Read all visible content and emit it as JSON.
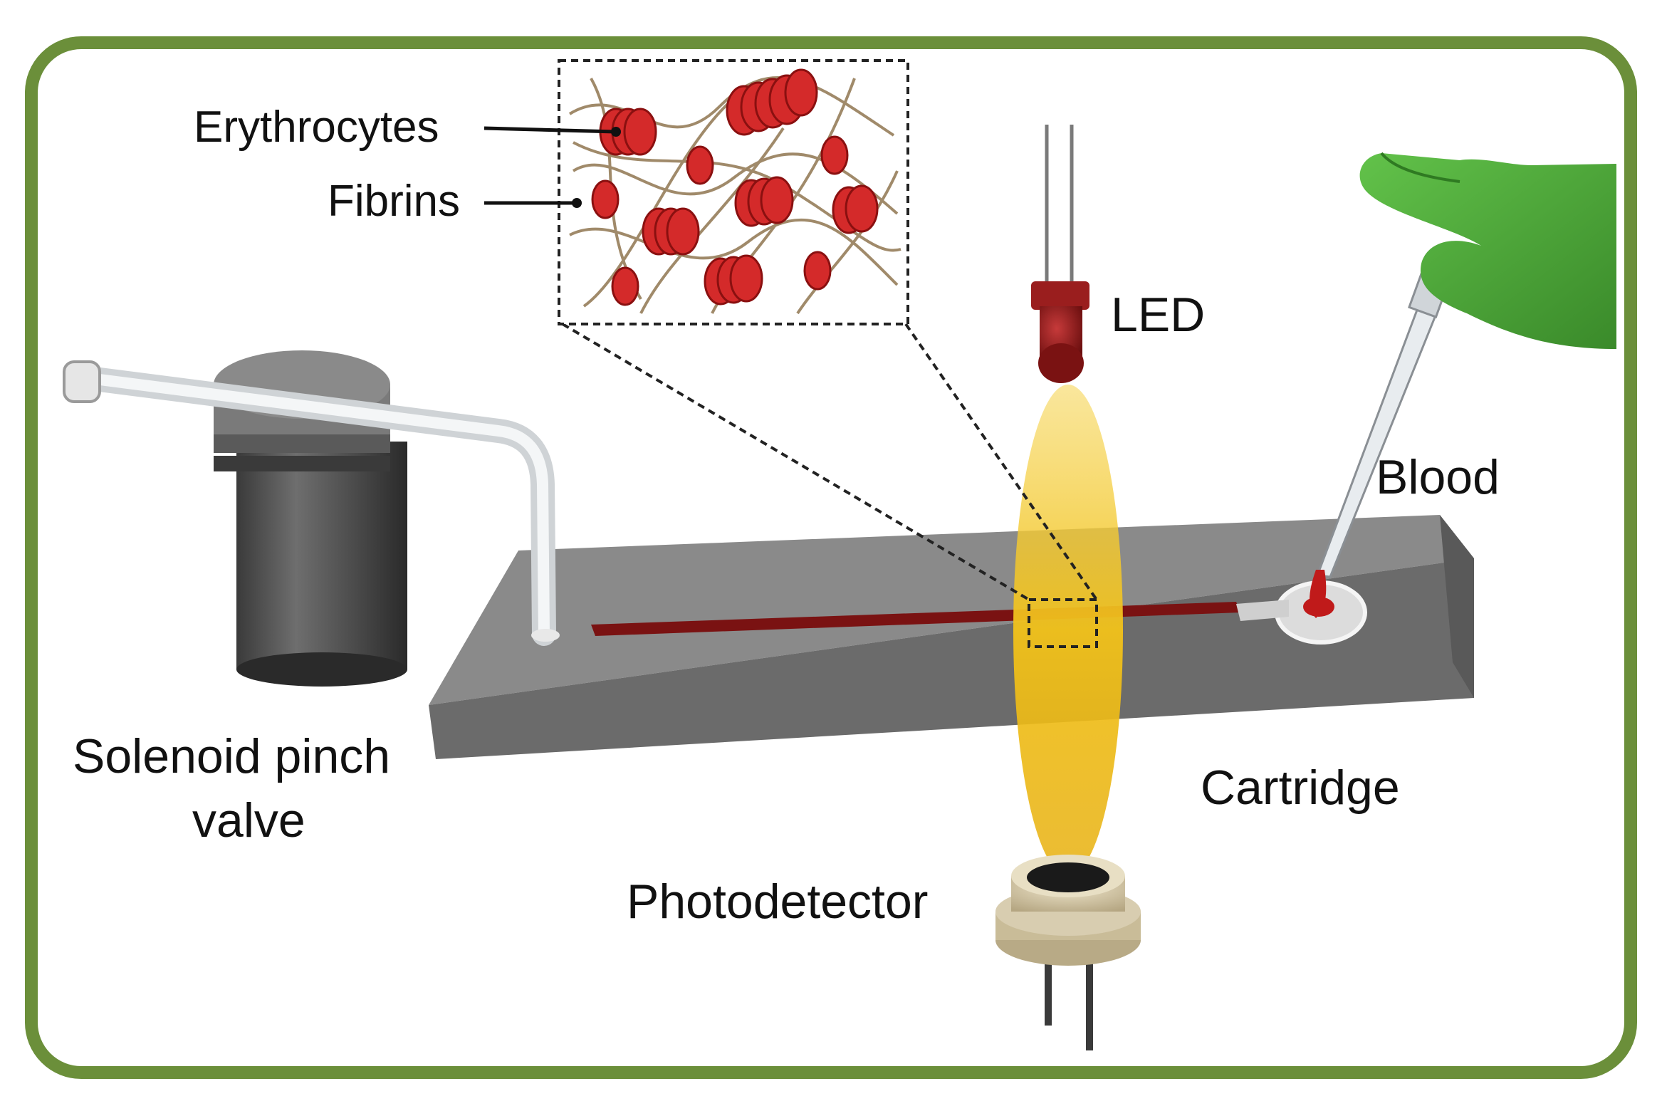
{
  "labels": {
    "erythrocytes": "Erythrocytes",
    "fibrins": "Fibrins",
    "led": "LED",
    "blood": "Blood",
    "solenoid_line1": "Solenoid pinch",
    "solenoid_line2": "valve",
    "cartridge": "Cartridge",
    "photodetector": "Photodetector"
  },
  "colors": {
    "frame": "#6b8f3a",
    "cartridge": "#6f6f6f",
    "channel": "#7a1212",
    "light_beam": "#f2c21a",
    "erythrocyte": "#d42a2a",
    "fibrin": "#a08a6a",
    "glove": "#4faa3a",
    "led": "#8f1a1a",
    "photodetector": "#d8cdb0"
  },
  "icons": [
    "solenoid-valve-icon",
    "tube-icon",
    "led-icon",
    "photodetector-icon",
    "pipette-icon",
    "glove-icon",
    "clot-inset-icon"
  ]
}
